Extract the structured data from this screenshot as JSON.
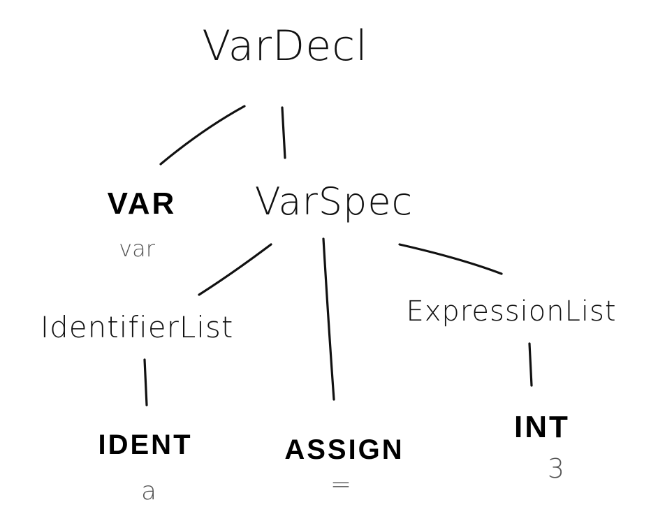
{
  "diagram": {
    "root": {
      "label": "VarDecl"
    },
    "var_token": {
      "label": "VAR",
      "lexeme": "var"
    },
    "varspec": {
      "label": "VarSpec"
    },
    "identifier_list": {
      "label": "IdentifierList"
    },
    "expression_list": {
      "label": "ExpressionList"
    },
    "ident_token": {
      "label": "IDENT",
      "lexeme": "a"
    },
    "assign_token": {
      "label": "ASSIGN",
      "lexeme": "="
    },
    "int_token": {
      "label": "INT",
      "lexeme": "3"
    }
  }
}
